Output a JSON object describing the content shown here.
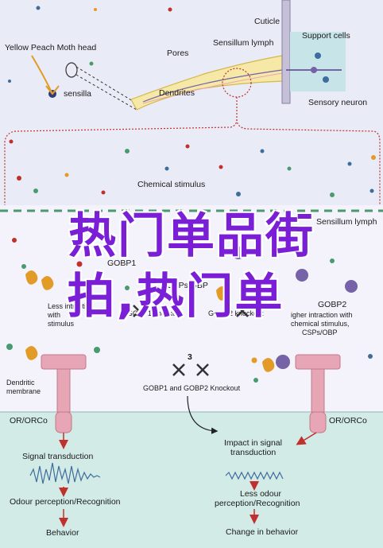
{
  "top_panel": {
    "cuticle": "Cuticle",
    "yellow_peach_moth_head": "Yellow Peach Moth head",
    "sensilla": "sensilla",
    "pores": "Pores",
    "sensillum_lymph": "Sensillum lymph",
    "support_cells": "Support cells",
    "dendrites": "Dendrites",
    "sensory_neuron": "Sensory neuron",
    "chemical_stimulus": "Chemical stimulus"
  },
  "bottom_panel": {
    "sensillum_lymph": "Sensillum lymph",
    "gobp1": "GOBP1",
    "csps_obp": "CSPs/OBP",
    "less_interaction_1": "Less intraction",
    "less_interaction_2": "with",
    "less_interaction_3": "stimulus",
    "gobp1_knockout": "GOBP1 knockout",
    "gobp2_knockout": "GOBP2 knockout",
    "gobp2": "GOBP2",
    "gobp2_desc_1": "igher intraction with",
    "gobp2_desc_2": "chemical stimulus,",
    "gobp2_desc_3": "CSPs/OBP",
    "step_3": "3",
    "gobp1_gobp2_knockout": "GOBP1 and GOBP2 Knockout",
    "dendritic_membrane_1": "Dendritic",
    "dendritic_membrane_2": "membrane",
    "or_orco_left": "OR/ORCo",
    "or_orco_right": "OR/ORCo",
    "signal_transduction": "Signal transduction",
    "odour_perception": "Odour perception/Recognition",
    "behavior": "Behavior",
    "impact_1": "Impact in signal",
    "impact_2": "transduction",
    "less_odour_1": "Less odour",
    "less_odour_2": "perception/Recognition",
    "change_behavior": "Change in behavior"
  },
  "overlay": {
    "line1": "热门单品街",
    "line2": "拍,热门单"
  },
  "colors": {
    "lavender_bg": "#e9ebf6",
    "lymph_bg": "#f4f3fb",
    "cell_bg": "#d2ebe6",
    "overlay_text": "#7a1fd6",
    "receptor": "#e7a6b5",
    "arrow_red": "#c2302d",
    "protein_orange": "#e39b27",
    "purple_protein": "#7562a7"
  }
}
